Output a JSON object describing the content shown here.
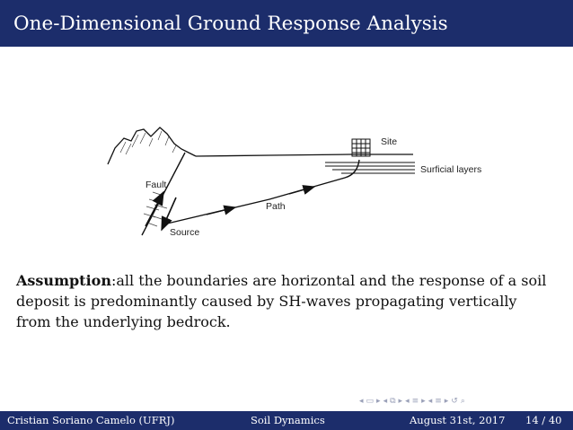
{
  "title": "One-Dimensional Ground Response Analysis",
  "diagram": {
    "labels": {
      "site": "Site",
      "surficial": "Surficial layers",
      "fault": "Fault",
      "path": "Path",
      "source": "Source"
    }
  },
  "body": {
    "bold": "Assumption",
    "text": ":all the boundaries are horizontal and the response of a soil deposit is predominantly caused by SH-waves propagating vertically from the underlying bedrock."
  },
  "footer": {
    "author": "Cristian Soriano Camelo  (UFRJ)",
    "course": "Soil Dynamics",
    "date": "August 31st, 2017",
    "page": "14 / 40"
  },
  "colors": {
    "banner": "#1c2d6b",
    "navigation": "#9aa0b8"
  },
  "icons": [
    "nav-prev-icon",
    "nav-frame-icon",
    "nav-section-icon",
    "nav-subsection-icon",
    "nav-doc-icon",
    "nav-search-icon"
  ]
}
